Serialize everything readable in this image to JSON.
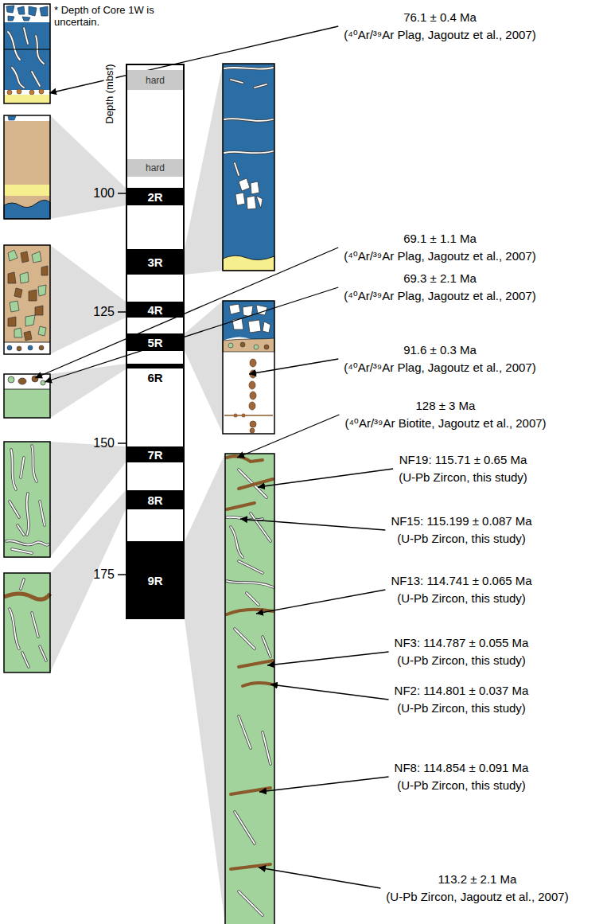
{
  "diagram": {
    "nodes": [
      {
        "text": [
          "Depth (mbsf)"
        ]
      },
      {
        "text": [
          "hard"
        ],
        "in": 0
      },
      {
        "text": [
          "hard"
        ],
        "in": 0
      },
      {
        "text": [
          "2R"
        ],
        "in": 0
      },
      {
        "text": [
          "3R"
        ],
        "in": 0
      },
      {
        "text": [
          "4R"
        ],
        "in": 0
      },
      {
        "text": [
          "5R"
        ],
        "in": 0
      },
      {
        "text": [
          "6R"
        ],
        "in": 0
      },
      {
        "text": [
          "7R"
        ],
        "in": 0
      },
      {
        "text": [
          "8R"
        ],
        "in": 0
      },
      {
        "text": [
          "9R"
        ],
        "in": 0
      }
    ],
    "labels": [
      "* Depth of Core 1W is uncertain.",
      "100",
      "125",
      "150",
      "175",
      "76.1 ± 0.4 Ma",
      "(⁴⁰Ar/³⁹Ar Plag, Jagoutz et al., 2007)",
      "69.1 ± 1.1 Ma",
      "(⁴⁰Ar/³⁹Ar Plag, Jagoutz et al., 2007)",
      "69.3 ± 2.1 Ma",
      "(⁴⁰Ar/³⁹Ar Plag, Jagoutz et al., 2007)",
      "91.6 ± 0.3 Ma",
      "(⁴⁰Ar/³⁹Ar Plag, Jagoutz et al., 2007)",
      "128 ± 3 Ma",
      "(⁴⁰Ar/³⁹Ar Biotite, Jagoutz et al., 2007)",
      "NF19: 115.71 ± 0.65 Ma",
      "(U-Pb Zircon, this study)",
      "NF15: 115.199 ± 0.087 Ma",
      "(U-Pb Zircon, this study)",
      "NF13: 114.741 ± 0.065 Ma",
      "(U-Pb Zircon, this study)",
      "NF3: 114.787 ± 0.055 Ma",
      "(U-Pb Zircon, this study)",
      "NF2: 114.801 ± 0.037 Ma",
      "(U-Pb Zircon, this study)",
      "NF8: 114.854 ± 0.091 Ma",
      "(U-Pb Zircon, this study)",
      "113.2 ± 2.1 Ma",
      "(U-Pb Zircon, Jagoutz et al., 2007)"
    ]
  }
}
